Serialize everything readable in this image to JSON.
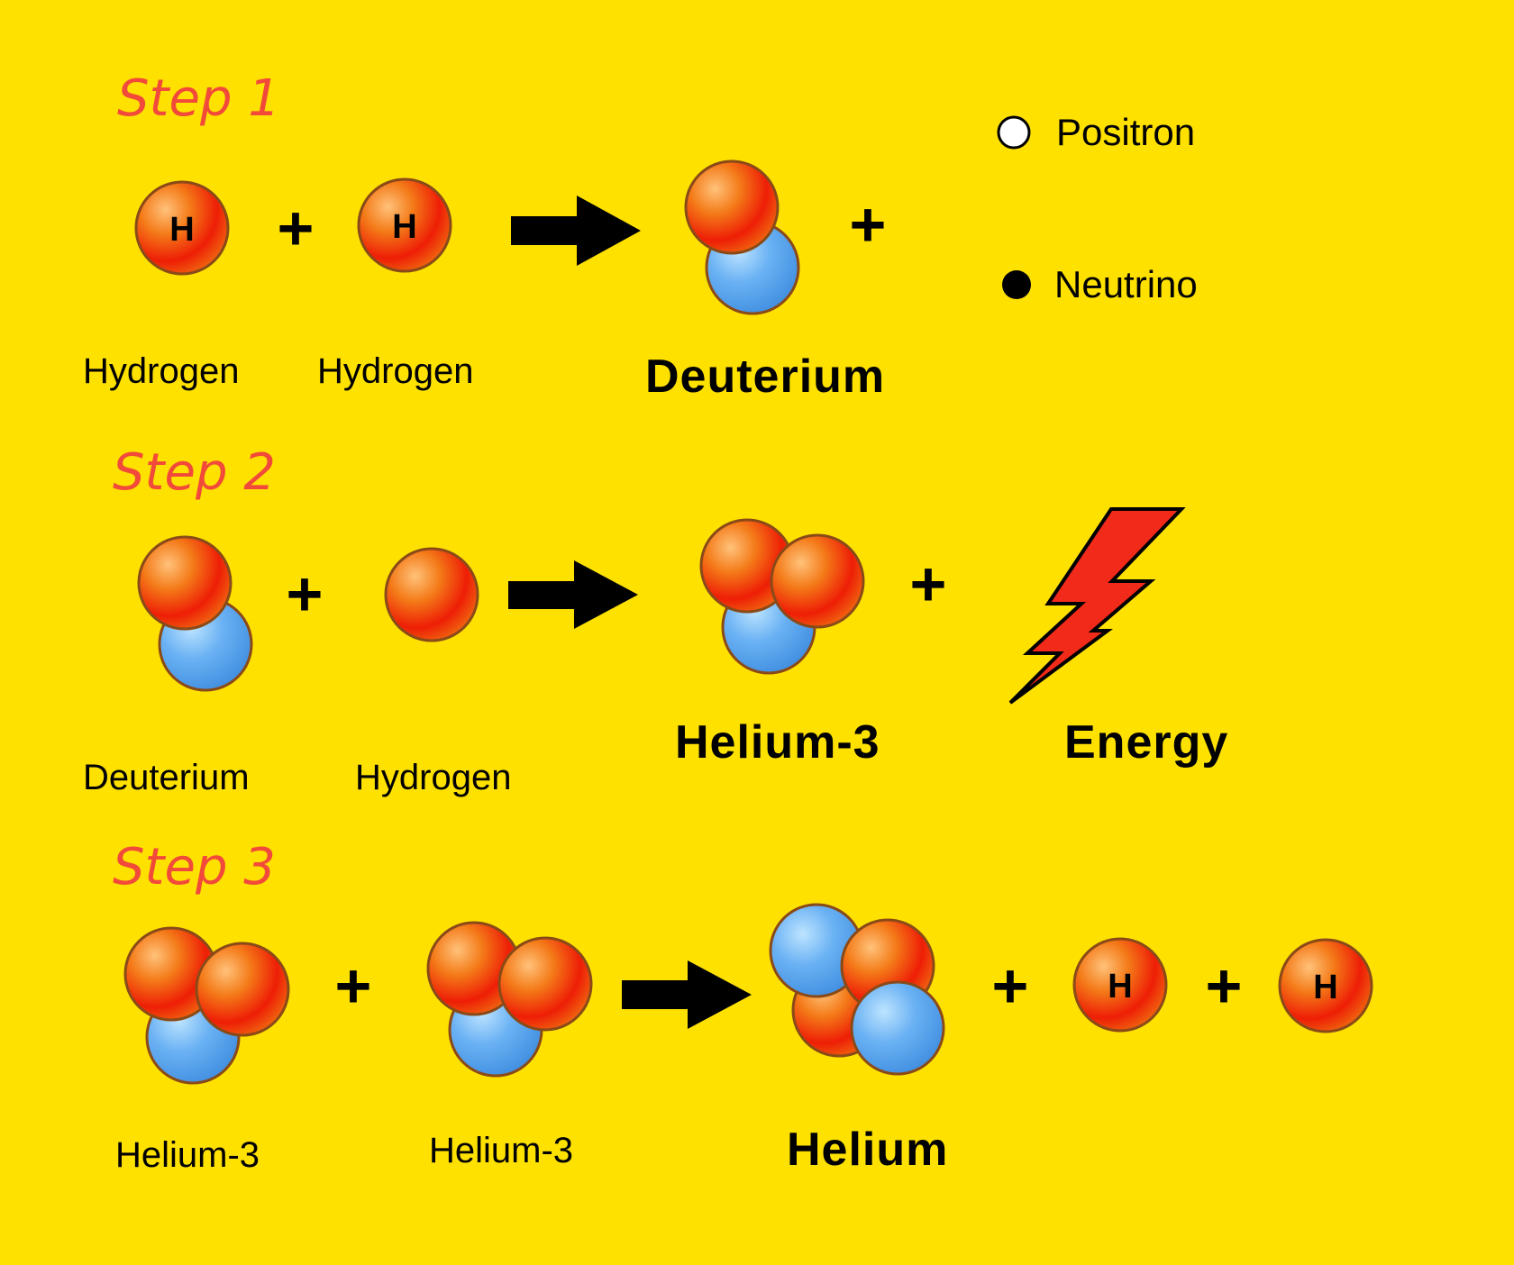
{
  "colors": {
    "background": "#FFE100",
    "step_heading": "#F24A3A",
    "proton": "#F06010",
    "neutron": "#5AA5F0",
    "energy_bolt": "#F22A1A"
  },
  "legend": {
    "positron": "Positron",
    "neutrino": "Neutrino"
  },
  "proton_symbol": "H",
  "step1": {
    "heading": "Step 1",
    "reactant_1": "Hydrogen",
    "reactant_2": "Hydrogen",
    "product": "Deuterium"
  },
  "step2": {
    "heading": "Step 2",
    "reactant_1": "Deuterium",
    "reactant_2": "Hydrogen",
    "product": "Helium-3",
    "byproduct": "Energy"
  },
  "step3": {
    "heading": "Step 3",
    "reactant_1": "Helium-3",
    "reactant_2": "Helium-3",
    "product": "Helium"
  },
  "plus_sign": "+",
  "icons": [
    "hydrogen-atom-icon",
    "deuterium-nucleus-icon",
    "helium-3-nucleus-icon",
    "helium-nucleus-icon",
    "arrow-right-icon",
    "lightning-bolt-icon",
    "positron-icon",
    "neutrino-icon"
  ]
}
